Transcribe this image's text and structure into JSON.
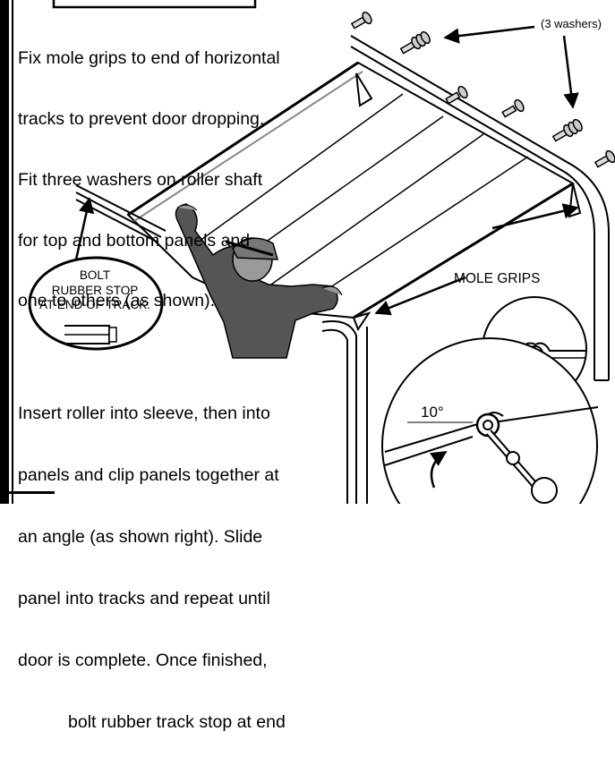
{
  "instructions": {
    "top": [
      "Fix mole grips to end of horizontal",
      "tracks to prevent door dropping.",
      "Fit three washers on roller shaft",
      "for top and bottom panels and",
      "one to others (as shown)."
    ],
    "bottom": [
      "Insert roller into sleeve, then into",
      "panels and clip panels together at",
      "an angle (as shown right). Slide",
      "panel into tracks and repeat until",
      "door is complete. Once finished,",
      "bolt rubber track stop at end"
    ]
  },
  "labels": {
    "washers": "(3 washers)",
    "mole_grips": "MOLE GRIPS",
    "bolt_stop": [
      "BOLT",
      "RUBBER STOP",
      "AT END OF TRACK."
    ],
    "angle": "10°"
  },
  "colors": {
    "ink": "#000000",
    "paper": "#ffffff",
    "shade": "#b0b0b0",
    "dark": "#555555"
  }
}
